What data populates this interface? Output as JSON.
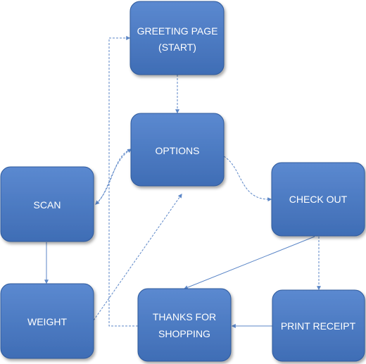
{
  "nodes": {
    "greeting": {
      "lines": [
        "GREETING PAGE",
        "(START)"
      ]
    },
    "options": {
      "lines": [
        "OPTIONS"
      ]
    },
    "scan": {
      "lines": [
        "SCAN"
      ]
    },
    "checkout": {
      "lines": [
        "CHECK OUT"
      ]
    },
    "weight": {
      "lines": [
        "WEIGHT"
      ]
    },
    "thanks": {
      "lines": [
        "THANKS FOR",
        "SHOPPING"
      ]
    },
    "receipt": {
      "lines": [
        "PRINT RECEIPT"
      ]
    }
  },
  "colors": {
    "node_fill": "#4a78c2",
    "node_fill_light": "#5d8ad1",
    "node_stroke": "#2e5a9c",
    "arrow": "#5b86c7",
    "text": "#ffffff"
  }
}
